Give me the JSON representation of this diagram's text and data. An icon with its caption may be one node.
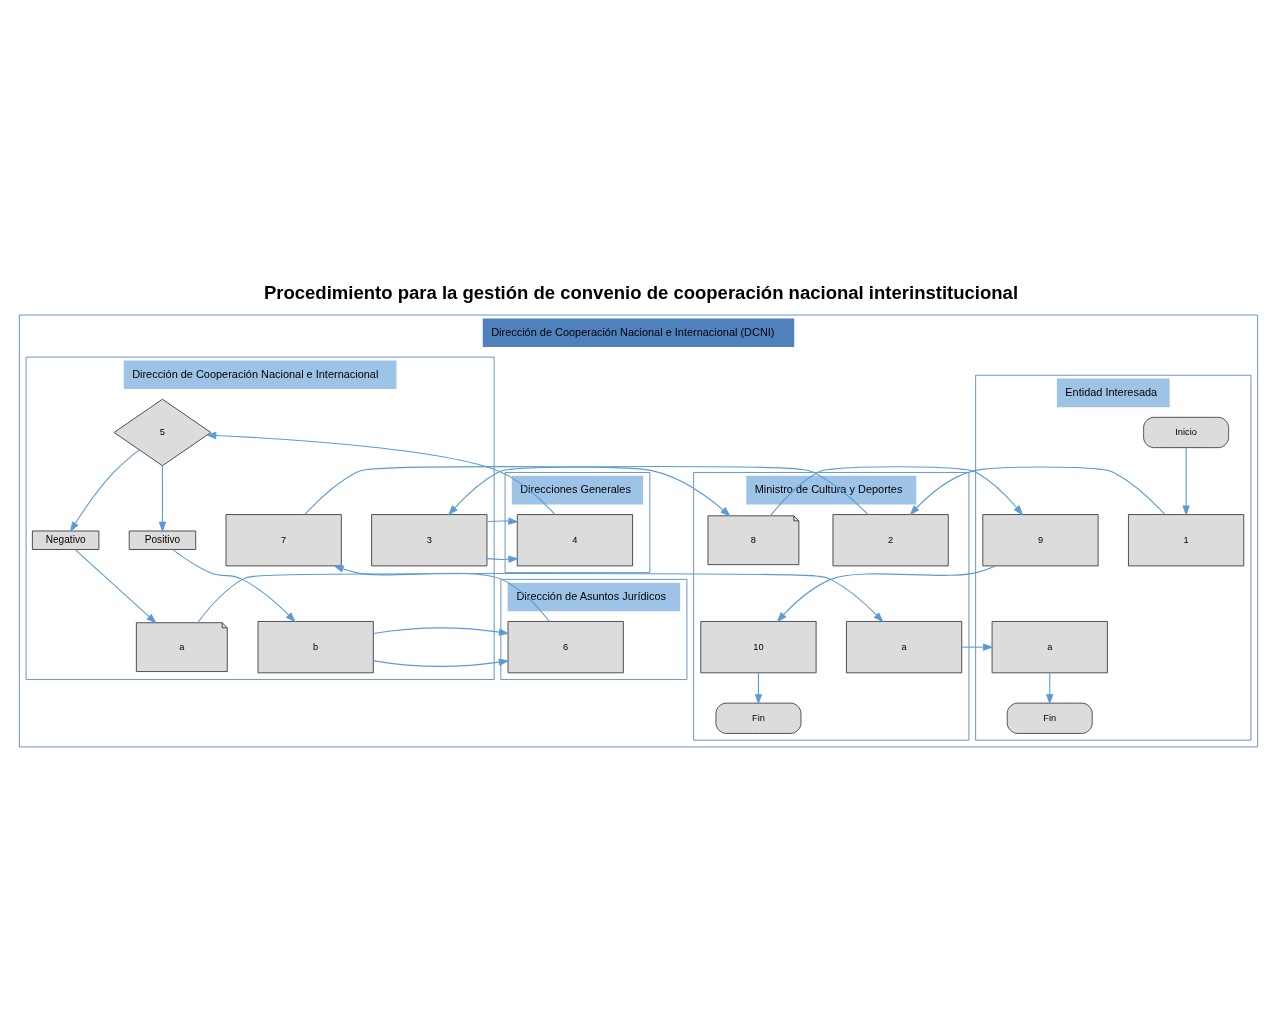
{
  "diagram": {
    "title": "Procedimiento para la gestión de convenio de cooperación nacional interinstitucional",
    "nodes": [
      {
        "text": [
          "Dirección de Cooperación Nacional e Internacional (DCNI)"
        ]
      },
      {
        "text": [
          "Entidad Interesada"
        ],
        "in": 0
      },
      {
        "text": [
          "Ministro de Cultura y Deportes"
        ],
        "in": 0
      },
      {
        "text": [
          "Dirección de Cooperación Nacional e Internacional"
        ],
        "in": 0
      },
      {
        "text": [
          "Direcciones Generales"
        ],
        "in": 0
      },
      {
        "text": [
          "Dirección de Asuntos Jurídicos"
        ],
        "in": 0
      },
      {
        "text": [
          "Inicio"
        ],
        "in": 1
      },
      {
        "text": [
          "1"
        ],
        "in": 1
      },
      {
        "text": [
          "2"
        ],
        "in": 2
      },
      {
        "text": [
          "3"
        ],
        "in": 3
      },
      {
        "text": [
          "4"
        ],
        "in": 4
      },
      {
        "text": [
          "5"
        ],
        "in": 3
      },
      {
        "text": [
          "Negativo"
        ],
        "in": 3
      },
      {
        "text": [
          "Positivo"
        ],
        "in": 3
      },
      {
        "text": [
          "a"
        ],
        "in": 3
      },
      {
        "text": [
          "b"
        ],
        "in": 3
      },
      {
        "text": [
          "a"
        ],
        "in": 2
      },
      {
        "text": [
          "a"
        ],
        "in": 1
      },
      {
        "text": [
          "Fin"
        ],
        "in": 1
      },
      {
        "text": [
          "6"
        ],
        "in": 5
      },
      {
        "text": [
          "7"
        ],
        "in": 3
      },
      {
        "text": [
          "8"
        ],
        "in": 2
      },
      {
        "text": [
          "9"
        ],
        "in": 1
      },
      {
        "text": [
          "10"
        ],
        "in": 2
      },
      {
        "text": [
          "Fin"
        ],
        "in": 2
      }
    ],
    "edges": [
      {
        "from": 6,
        "to": 7,
        "arrow": "to"
      },
      {
        "from": 7,
        "to": 8,
        "arrow": "to"
      },
      {
        "from": 8,
        "to": 9,
        "arrow": "to"
      },
      {
        "from": 9,
        "to": 10,
        "arrow": "to"
      },
      {
        "from": 10,
        "to": 11,
        "arrow": "to"
      },
      {
        "from": 11,
        "to": 12,
        "arrow": "to"
      },
      {
        "from": 11,
        "to": 13,
        "arrow": "to"
      },
      {
        "from": 12,
        "to": 14,
        "arrow": "to"
      },
      {
        "from": 13,
        "to": 15,
        "arrow": "to"
      },
      {
        "from": 14,
        "to": 16,
        "arrow": "to"
      },
      {
        "from": 16,
        "to": 17,
        "arrow": "to"
      },
      {
        "from": 17,
        "to": 18,
        "arrow": "to"
      },
      {
        "from": 15,
        "to": 19,
        "arrow": "to"
      },
      {
        "from": 19,
        "to": 20,
        "arrow": "to"
      },
      {
        "from": 20,
        "to": 21,
        "arrow": "to"
      },
      {
        "from": 21,
        "to": 22,
        "arrow": "to"
      },
      {
        "from": 22,
        "to": 23,
        "arrow": "to"
      },
      {
        "from": 23,
        "to": 24,
        "arrow": "to"
      }
    ]
  }
}
